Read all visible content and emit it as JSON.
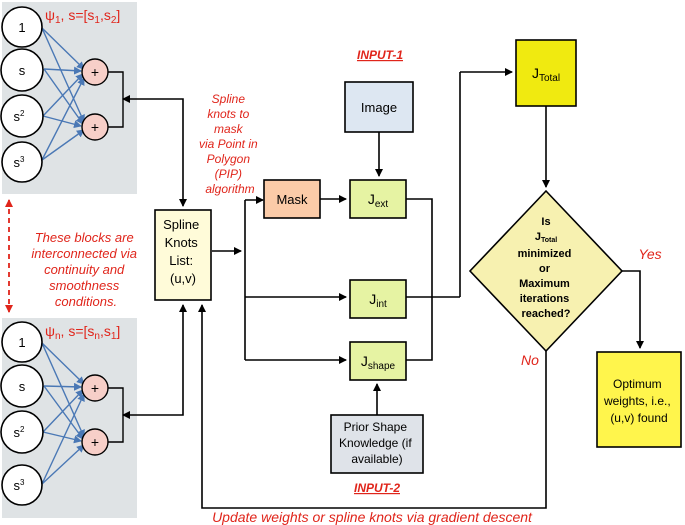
{
  "colors": {
    "panel": "#dfe3e5",
    "neuron_fill": "#ffffff",
    "sum_fill": "#f7cfc8",
    "connector": "#4a78b5",
    "spline_box": "#fffbd9",
    "mask_box": "#fbcba8",
    "j_box": "#e6f3a3",
    "j_total_box": "#f0ea10",
    "image_box": "#dde7f2",
    "prior_box": "#dfe3e9",
    "diamond": "#f7f1b0",
    "optimum_box": "#fff54c",
    "accent_red": "#e0251b"
  },
  "network_top": {
    "label_psi": "ψ",
    "label_sub": "1",
    "label_rest": ", s=[s",
    "label_s1": "1",
    "label_comma": ",s",
    "label_s2": "2",
    "label_close": "]",
    "inputs": [
      {
        "base": "1",
        "sup": ""
      },
      {
        "base": "s",
        "sup": ""
      },
      {
        "base": "s",
        "sup": "2"
      },
      {
        "base": "s",
        "sup": "3"
      }
    ],
    "sum_symbol": "+"
  },
  "network_bottom": {
    "label_psi": "ψ",
    "label_sub": "n",
    "label_rest": ", s=[s",
    "label_s1": "n",
    "label_comma": ",s",
    "label_s2": "1",
    "label_close": "]",
    "inputs": [
      {
        "base": "1",
        "sup": ""
      },
      {
        "base": "s",
        "sup": ""
      },
      {
        "base": "s",
        "sup": "2"
      },
      {
        "base": "s",
        "sup": "3"
      }
    ],
    "sum_symbol": "+"
  },
  "interconnect_note": [
    "These blocks are",
    "interconnected via",
    "continuity and",
    "smoothness",
    "conditions."
  ],
  "spline_list": [
    "Spline",
    "Knots",
    "List:",
    "(u,v)"
  ],
  "pip_note": [
    "Spline",
    "knots to",
    "mask",
    "via Point in",
    "Polygon",
    "(PIP)",
    "algorithm"
  ],
  "input1_label": "INPUT-1",
  "input2_label": "INPUT-2",
  "image_label": "Image",
  "mask_label": "Mask",
  "j_ext": {
    "base": "J",
    "sub": "ext"
  },
  "j_int": {
    "base": "J",
    "sub": "int"
  },
  "j_shape": {
    "base": "J",
    "sub": "shape"
  },
  "j_total": {
    "base": "J",
    "sub": "Total"
  },
  "prior_shape": [
    "Prior Shape",
    "Knowledge (if",
    "available)"
  ],
  "decision": {
    "line1": "Is",
    "line2_base": "J",
    "line2_sub": "Total",
    "lines_rest": [
      "minimized",
      "or",
      "Maximum",
      "iterations",
      "reached?"
    ]
  },
  "yes_label": "Yes",
  "no_label": "No",
  "optimum": [
    "Optimum",
    "weights, i.e.,",
    "(u,v) found"
  ],
  "feedback_label": "Update weights or spline knots via gradient  descent"
}
